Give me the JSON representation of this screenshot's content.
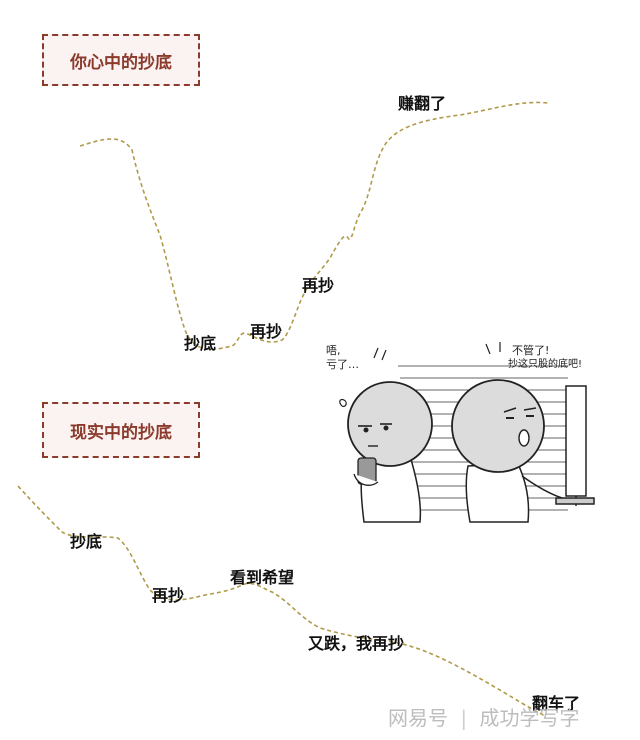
{
  "ideal": {
    "title": "你心中的抄底",
    "labels": {
      "bottom": "抄底",
      "again1": "再抄",
      "again2": "再抄",
      "profit": "赚翻了"
    }
  },
  "reality": {
    "title": "现实中的抄底",
    "labels": {
      "bottom": "抄底",
      "again": "再抄",
      "hope": "看到希望",
      "drop": "又跌，我再抄",
      "end": "翻车了"
    }
  },
  "cartoon": {
    "left_line1": "唔,",
    "left_line2": "亏了…",
    "right_line1": "不管了!",
    "right_line2": "抄这只股的底吧!"
  },
  "watermark": {
    "source": "网易号",
    "author": "成功学写字"
  },
  "colors": {
    "curve": "#b09a4a",
    "box_border": "#8b3a2c",
    "box_fill": "#fbf3f1"
  }
}
